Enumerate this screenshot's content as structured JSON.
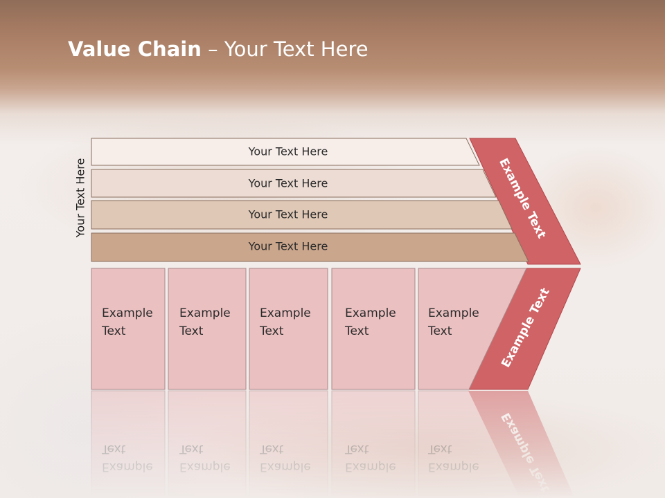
{
  "title": {
    "bold": "Value Chain",
    "rest": " – Your Text Here"
  },
  "side_label": "Your Text Here",
  "rows": [
    {
      "label": "Your Text Here",
      "fill": "#f7eeea"
    },
    {
      "label": "Your Text Here",
      "fill": "#ecdcd3"
    },
    {
      "label": "Your Text Here",
      "fill": "#dfc8b6"
    },
    {
      "label": "Your Text Here",
      "fill": "#caa68c"
    }
  ],
  "cells": [
    {
      "line1": "Example",
      "line2": "Text"
    },
    {
      "line1": "Example",
      "line2": "Text"
    },
    {
      "line1": "Example",
      "line2": "Text"
    },
    {
      "line1": "Example",
      "line2": "Text"
    },
    {
      "line1": "Example",
      "line2": "Text"
    }
  ],
  "arrow_top_label": "Example Text",
  "arrow_bottom_label": "Example Text",
  "colors": {
    "cell_fill": "#ebc0c1",
    "arrow_fill": "#cf6366",
    "arrow_stroke": "#b5464a",
    "row_stroke": "#8a6e5e"
  }
}
